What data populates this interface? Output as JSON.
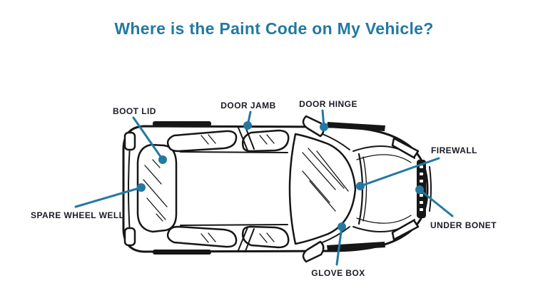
{
  "title": "Where is the Paint Code on My Vehicle?",
  "colors": {
    "accent": "#2379A2",
    "label-text": "#1B1B26",
    "line-art": "#161616",
    "background": "#FFFFFF"
  },
  "diagram": {
    "callouts": [
      {
        "id": "boot-lid",
        "label": "BOOT LID"
      },
      {
        "id": "door-jamb",
        "label": "DOOR JAMB"
      },
      {
        "id": "door-hinge",
        "label": "DOOR HINGE"
      },
      {
        "id": "firewall",
        "label": "FIREWALL"
      },
      {
        "id": "under-bonet",
        "label": "UNDER BONET"
      },
      {
        "id": "spare-wheel-well",
        "label": "SPARE WHEEL WELL"
      },
      {
        "id": "glove-box",
        "label": "GLOVE BOX"
      }
    ]
  }
}
